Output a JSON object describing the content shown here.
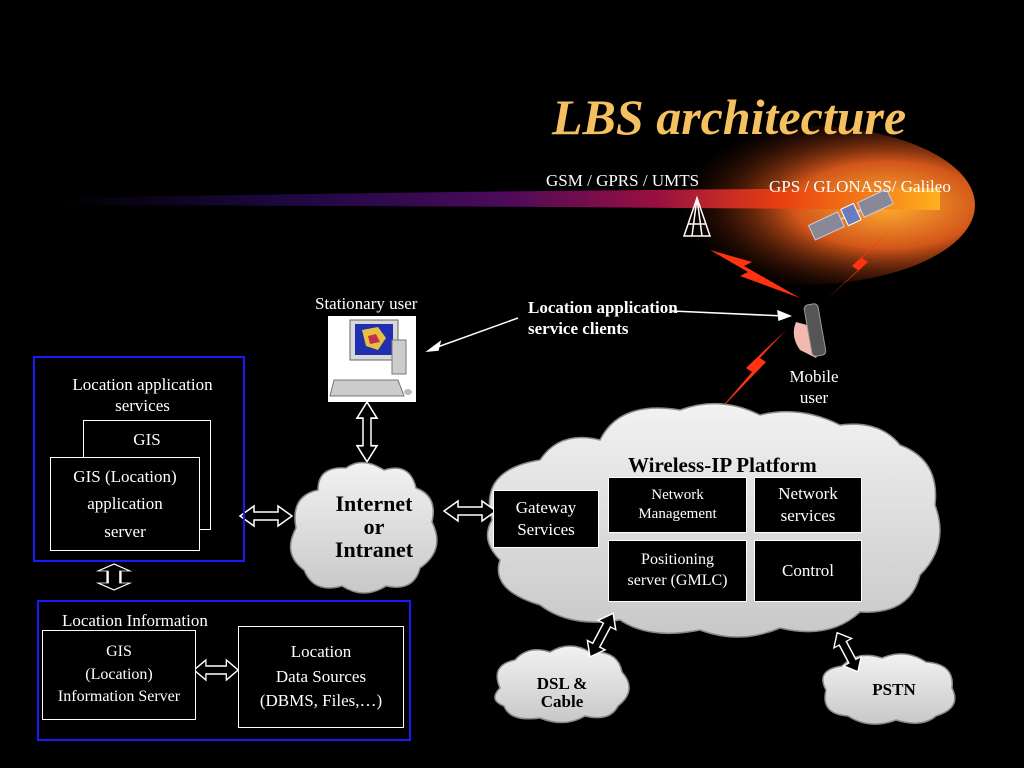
{
  "title": "LBS architecture",
  "labels": {
    "gsm": "GSM / GPRS / UMTS",
    "gps": "GPS / GLONASS/ Galileo",
    "stationary_user": "Stationary user",
    "clients_line1": "Location application",
    "clients_line2": "service clients",
    "mobile_line1": "Mobile",
    "mobile_line2": "user"
  },
  "app_services": {
    "heading_line1": "Location application",
    "heading_line2": "services",
    "gis": "GIS",
    "server_line1": "GIS (Location)",
    "server_line2": "application",
    "server_line3": "server"
  },
  "location_info": {
    "heading": "Location Information",
    "gis_line1": "GIS",
    "gis_line2": "(Location)",
    "gis_line3": "Information Server",
    "sources_line1": "Location",
    "sources_line2": "Data Sources",
    "sources_line3": "(DBMS, Files,…)"
  },
  "internet": {
    "line1": "Internet",
    "line2": "or",
    "line3": "Intranet"
  },
  "wireless": {
    "title": "Wireless-IP Platform",
    "gateway_line1": "Gateway",
    "gateway_line2": "Services",
    "netmgmt_line1": "Network",
    "netmgmt_line2": "Management",
    "netsvc_line1": "Network",
    "netsvc_line2": "services",
    "positioning_line1": "Positioning",
    "positioning_line2": "server (GMLC)",
    "control": "Control"
  },
  "dsl": {
    "line1": "DSL &",
    "line2": "Cable"
  },
  "pstn": "PSTN",
  "colors": {
    "background": "#000000",
    "title": "#f5c060",
    "frame": "#1a1aff",
    "lightning": "#ff3311",
    "cloud": "#e6e6e6"
  }
}
